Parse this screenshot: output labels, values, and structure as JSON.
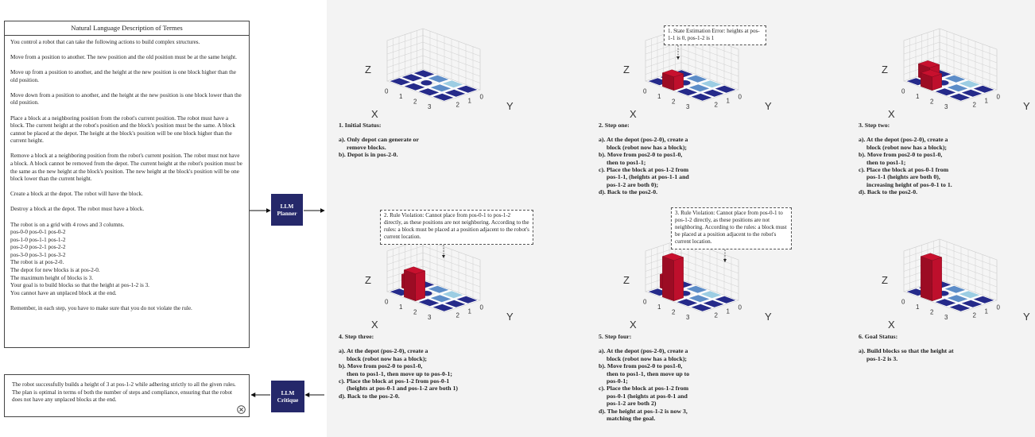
{
  "nl_box": {
    "title": "Natural Language Description of Termes",
    "paragraphs": [
      "You control a robot that can take the following actions to build complex structures.",
      "Move from a position to another. The new position and the old position must be at the same height.",
      "Move up from a position to another, and the height at the new position is one block higher than the old position.",
      "Move down from a position to another, and the height at the new position is one block lower than the old position.",
      "Place a block at a neighboring position from the robot's current position. The robot must have a block. The current height at the robot's position and the block's position must be the same. A block cannot be placed at the depot. The height at the block's position will be one block higher than the current height.",
      "Remove a block at a neighboring position from the robot's current position. The robot must not have a block. A block cannot be removed from the depot. The current height at the robot's position must be the same as the new height at the block's position. The new height at the block's position will be one block lower than the current height.",
      "Create a block at the depot. The robot will have the block.",
      "Destroy a block at the depot. The robot must have a block."
    ],
    "grid_lines": [
      "The robot is on a grid with 4 rows and 3 columns.",
      "pos-0-0 pos-0-1 pos-0-2",
      "pos-1-0 pos-1-1 pos-1-2",
      "pos-2-0 pos-2-1 pos-2-2",
      "pos-3-0 pos-3-1 pos-3-2",
      "The robot is at pos-2-0.",
      "The depot for new blocks is at pos-2-0.",
      "The maximum height of blocks is 3.",
      "Your goal is to build blocks so that the height at pos-1-2 is 3.",
      "You cannot have an unplaced block at the end."
    ],
    "final": "Remember, in each step, you have to make sure that you do not violate the rule."
  },
  "critique_box": {
    "text": "The robot successfully builds a height of 3 at pos-1-2 while adhering strictly to all the given rules. The plan is optimal in terms of both the number of steps and compliance, ensuring that the robot does not have any unplaced blocks at the end."
  },
  "planner": {
    "line1": "LLM",
    "line2": "Planner"
  },
  "critique": {
    "line1": "LLM",
    "line2": "Critique"
  },
  "axis": {
    "z": "Z",
    "x": "X",
    "y": "Y",
    "x_ticks": [
      "0",
      "1",
      "2",
      "3"
    ],
    "y_ticks": [
      "0",
      "1",
      "2"
    ]
  },
  "colors": {
    "dark_tile": "#252a8a",
    "blue_tile": "#5d8dc8",
    "light_tile": "#9ccde3",
    "red_block": "#c8102e",
    "panel_bg": "#f3f3f3"
  },
  "callouts": [
    "1. State Estimation Error: heights at pos-1-1 is 0, pos-1-2 is 1",
    "2. Rule Violation: Cannot place from pos-0-1 to pos-1-2 directly, as these positions are not neighboring. According to the rules: a block must be placed at a position adjacent to the robot's current location.",
    "3. Rule Violation: Cannot place from pos-0-1 to pos-1-2 directly, as these positions are not neighboring. According to the rules: a block must be placed at a position adjacent to the robot's current location."
  ],
  "steps": [
    {
      "title": "1. Initial Status:",
      "lines": [
        {
          "t": "a). Only depot can generate or",
          "ind": false
        },
        {
          "t": "remove blocks.",
          "ind": true
        },
        {
          "t": "b). Depot is in pos-2-0.",
          "ind": false
        }
      ]
    },
    {
      "title": "2. Step one:",
      "lines": [
        {
          "t": "a). At the depot (pos-2-0), create a",
          "ind": false
        },
        {
          "t": "block (robot now has a block);",
          "ind": true
        },
        {
          "t": "b). Move from pos2-0 to pos1-0,",
          "ind": false
        },
        {
          "t": "then to pos1-1;",
          "ind": true
        },
        {
          "t": "c). Place the block at pos-1-2 from",
          "ind": false
        },
        {
          "t": "pos-1-1, (heights at pos-1-1 and",
          "ind": true
        },
        {
          "t": "pos-1-2 are both 0);",
          "ind": true
        },
        {
          "t": "d). Back to the pos2-0.",
          "ind": false
        }
      ]
    },
    {
      "title": "3. Step two:",
      "lines": [
        {
          "t": "a). At the depot (pos-2-0), create a",
          "ind": false
        },
        {
          "t": "block (robot now has a block);",
          "ind": true
        },
        {
          "t": "b). Move from pos2-0 to pos1-0,",
          "ind": false
        },
        {
          "t": "then to pos1-1;",
          "ind": true
        },
        {
          "t": "c). Place the block at pos-0-1 from",
          "ind": false
        },
        {
          "t": "pos-1-1 (heights are both 0),",
          "ind": true
        },
        {
          "t": "increasing height of pos-0-1 to 1.",
          "ind": true
        },
        {
          "t": "d). Back to the pos2-0.",
          "ind": false
        }
      ]
    },
    {
      "title": "4. Step three:",
      "lines": [
        {
          "t": "a). At the depot (pos-2-0), create a",
          "ind": false
        },
        {
          "t": "block (robot now has a block);",
          "ind": true
        },
        {
          "t": "b). Move from pos2-0 to pos1-0,",
          "ind": false
        },
        {
          "t": "then to pos1-1, then move up to pos-0-1;",
          "ind": true
        },
        {
          "t": "c). Place the block at pos-1-2 from pos-0-1",
          "ind": false
        },
        {
          "t": "(heights at pos-0-1 and pos-1-2 are both 1)",
          "ind": true
        },
        {
          "t": "d). Back to the pos-2-0.",
          "ind": false
        }
      ]
    },
    {
      "title": "5. Step four:",
      "lines": [
        {
          "t": "a). At the depot (pos-2-0), create a",
          "ind": false
        },
        {
          "t": "block (robot now has a block);",
          "ind": true
        },
        {
          "t": "b). Move from pos2-0 to pos1-0,",
          "ind": false
        },
        {
          "t": "then to pos1-1, then move up to",
          "ind": true
        },
        {
          "t": "pos-0-1;",
          "ind": true
        },
        {
          "t": "c). Place the block at pos-1-2 from",
          "ind": false
        },
        {
          "t": "pos-0-1 (heights at pos-0-1 and",
          "ind": true
        },
        {
          "t": "pos-1-2 are both 2)",
          "ind": true
        },
        {
          "t": "d). The height at pos-1-2 is now 3,",
          "ind": false
        },
        {
          "t": "matching the goal.",
          "ind": true
        }
      ]
    },
    {
      "title": "6. Goal Status:",
      "lines": [
        {
          "t": "a). Build blocks so that the height at",
          "ind": false
        },
        {
          "t": "pos-1-2 is 3.",
          "ind": true
        }
      ]
    }
  ],
  "scenes": [
    {
      "blocks": []
    },
    {
      "blocks": [
        {
          "row": 1,
          "col": 2,
          "h": 1
        }
      ]
    },
    {
      "blocks": [
        {
          "row": 1,
          "col": 2,
          "h": 1
        },
        {
          "row": 0,
          "col": 1,
          "h": 1
        }
      ]
    },
    {
      "blocks": [
        {
          "row": 1,
          "col": 2,
          "h": 2
        },
        {
          "row": 0,
          "col": 1,
          "h": 1
        }
      ]
    },
    {
      "blocks": [
        {
          "row": 1,
          "col": 2,
          "h": 3
        },
        {
          "row": 0,
          "col": 1,
          "h": 1
        }
      ]
    },
    {
      "blocks": [
        {
          "row": 1,
          "col": 2,
          "h": 3
        }
      ]
    }
  ]
}
